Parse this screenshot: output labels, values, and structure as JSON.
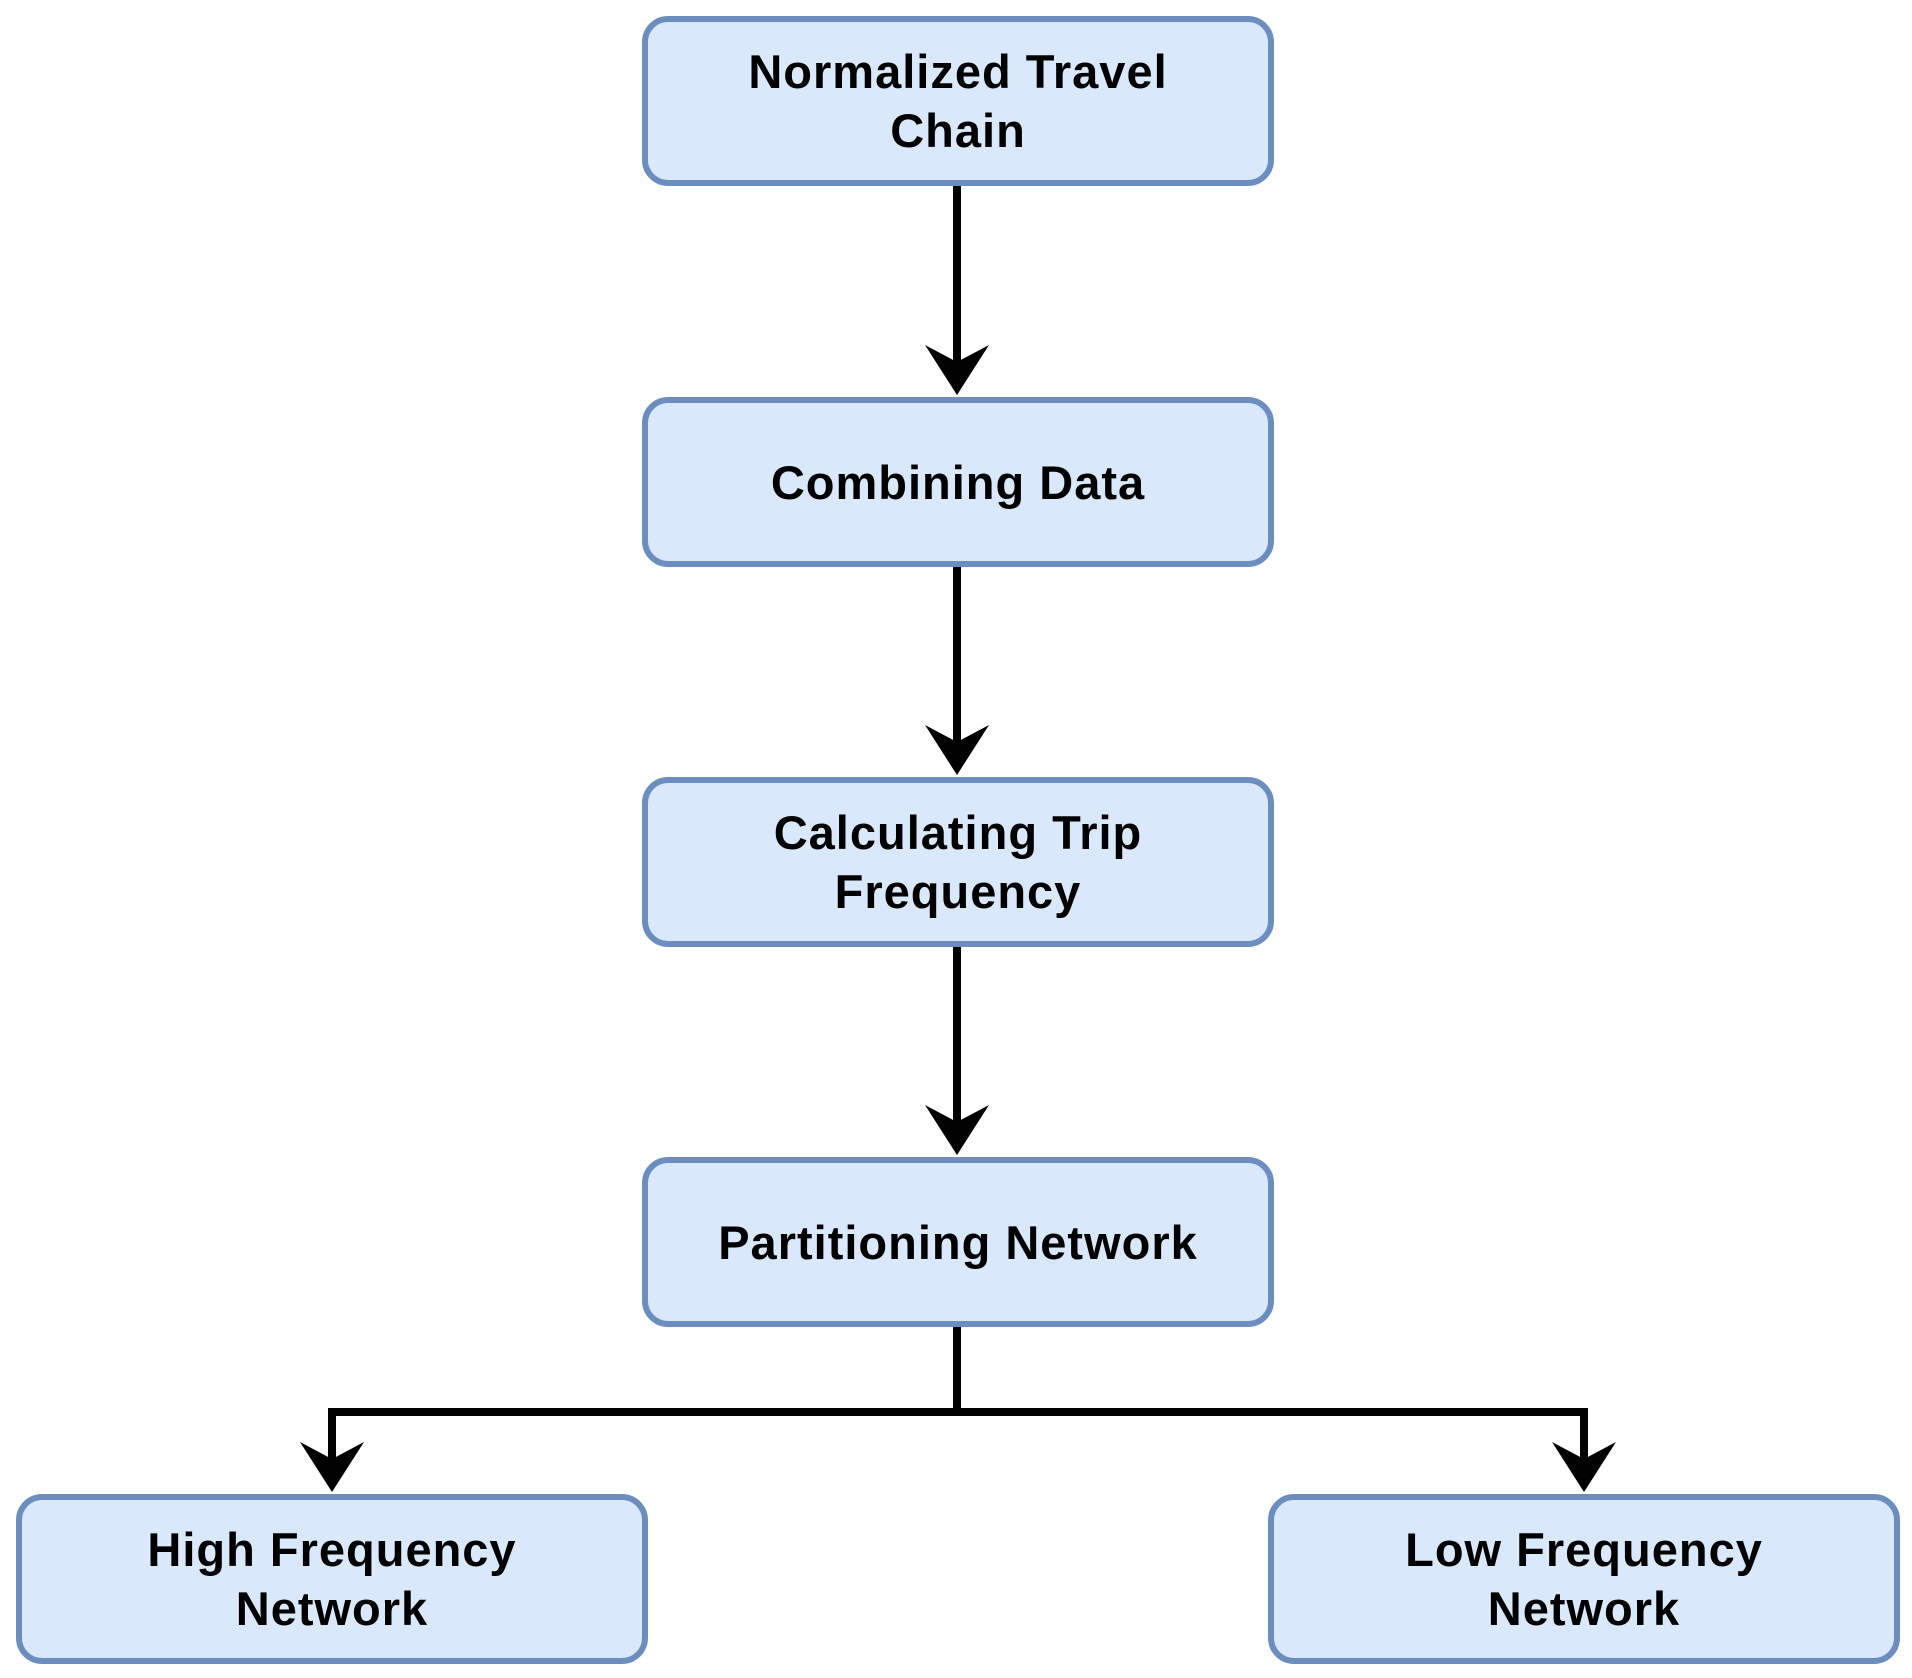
{
  "diagram": {
    "type": "flowchart",
    "direction": "top-to-bottom",
    "colors": {
      "node_fill": "#dae8fc",
      "node_border": "#6c8ebf",
      "text": "#000000",
      "arrow": "#000000"
    },
    "nodes": [
      {
        "id": "n1",
        "label": "Normalized Travel\nChain"
      },
      {
        "id": "n2",
        "label": "Combining Data"
      },
      {
        "id": "n3",
        "label": "Calculating Trip\nFrequency"
      },
      {
        "id": "n4",
        "label": "Partitioning Network"
      },
      {
        "id": "n5",
        "label": "High Frequency\nNetwork"
      },
      {
        "id": "n6",
        "label": "Low Frequency\nNetwork"
      }
    ],
    "edges": [
      {
        "from": "n1",
        "to": "n2"
      },
      {
        "from": "n2",
        "to": "n3"
      },
      {
        "from": "n3",
        "to": "n4"
      },
      {
        "from": "n4",
        "to": "n5"
      },
      {
        "from": "n4",
        "to": "n6"
      }
    ]
  }
}
